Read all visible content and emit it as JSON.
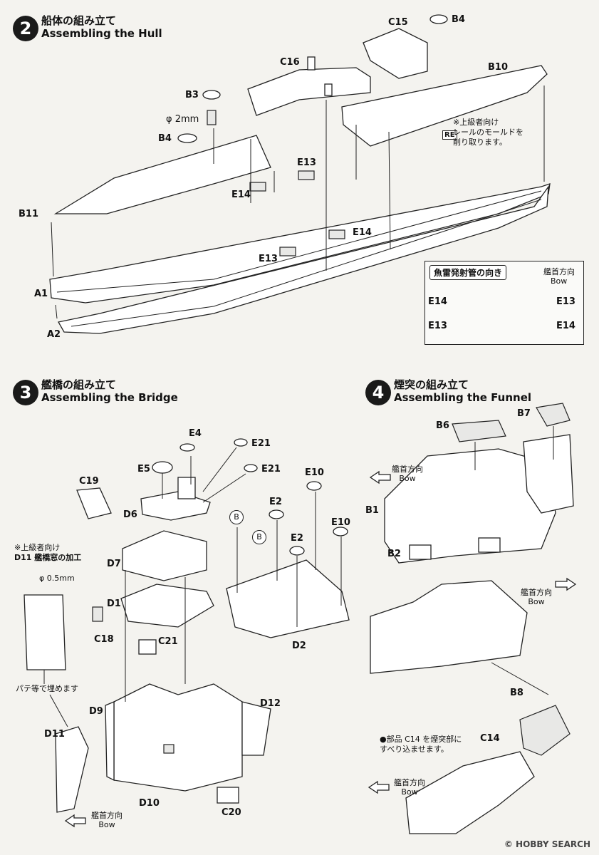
{
  "step2": {
    "number": "2",
    "title_jp": "船体の組み立て",
    "title_en": "Assembling the Hull",
    "labels": {
      "c15": "C15",
      "b4_top": "B4",
      "c16": "C16",
      "b10": "B10",
      "b3": "B3",
      "phi": "φ 2mm",
      "b4": "B4",
      "e13_top": "E13",
      "e14_top": "E14",
      "b11": "B11",
      "e14_mid": "E14",
      "e13_mid": "E13",
      "a1": "A1",
      "a2": "A2",
      "re": "RE"
    },
    "note_lines": [
      "※上級者向け",
      "レールのモールドを",
      "削り取ります。"
    ],
    "torpedo": {
      "title": "魚雷発射管の向き",
      "bow_jp": "艦首方向",
      "bow_en": "Bow",
      "rows": [
        {
          "left": "E14",
          "right": "E13"
        },
        {
          "left": "E13",
          "right": "E14"
        }
      ]
    }
  },
  "step3": {
    "number": "3",
    "title_jp": "艦橋の組み立て",
    "title_en": "Assembling the Bridge",
    "labels": {
      "e4": "E4",
      "e21a": "E21",
      "e5": "E5",
      "e21b": "E21",
      "c19": "C19",
      "d6": "D6",
      "e10a": "E10",
      "e2a": "E2",
      "e10b": "E10",
      "e2b": "E2",
      "d7": "D7",
      "d1": "D1",
      "c18": "C18",
      "c21": "C21",
      "d2": "D2",
      "d9": "D9",
      "d12": "D12",
      "d11": "D11",
      "d10": "D10",
      "c20": "C20",
      "b1": "B",
      "b2": "B"
    },
    "note_lines": [
      "※上級者向け",
      "D11 艦橋窓の加工"
    ],
    "phi": "φ 0.5mm",
    "putty": "パテ等で埋めます",
    "bow_jp": "艦首方向",
    "bow_en": "Bow"
  },
  "step4": {
    "number": "4",
    "title_jp": "煙突の組み立て",
    "title_en": "Assembling the Funnel",
    "labels": {
      "b6": "B6",
      "b7": "B7",
      "b1": "B1",
      "b2": "B2",
      "b8": "B8",
      "c14": "C14"
    },
    "bow1_jp": "艦首方向",
    "bow1_en": "Bow",
    "bow2_jp": "艦首方向",
    "bow2_en": "Bow",
    "bow3_jp": "艦首方向",
    "bow3_en": "Bow",
    "note_lines": [
      "●部品 C14 を煙突部に",
      "すべり込ませます。"
    ]
  },
  "watermark": "HOBBY SEARCH",
  "watermark_prefix": "©"
}
